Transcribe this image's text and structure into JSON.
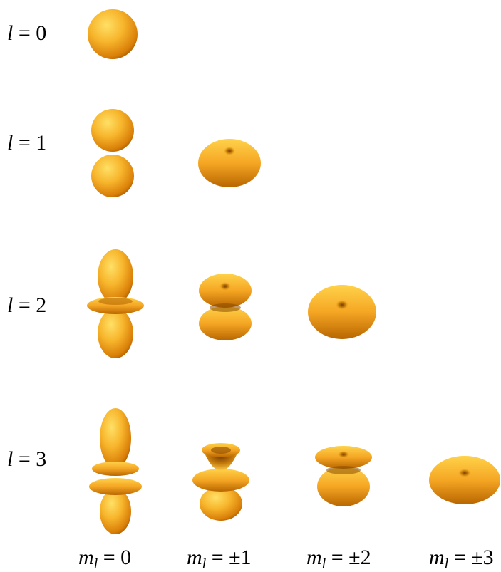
{
  "rows": [
    {
      "l_symbol": "l",
      "eq": " = ",
      "value": "0"
    },
    {
      "l_symbol": "l",
      "eq": " = ",
      "value": "1"
    },
    {
      "l_symbol": "l",
      "eq": " = ",
      "value": "2"
    },
    {
      "l_symbol": "l",
      "eq": " = ",
      "value": "3"
    }
  ],
  "columns": [
    {
      "m_symbol": "m",
      "sub": "l",
      "eq": " = ",
      "value": "0"
    },
    {
      "m_symbol": "m",
      "sub": "l",
      "eq": " = ",
      "value": "±1"
    },
    {
      "m_symbol": "m",
      "sub": "l",
      "eq": " = ",
      "value": "±2"
    },
    {
      "m_symbol": "m",
      "sub": "l",
      "eq": " = ",
      "value": "±3"
    }
  ],
  "colors": {
    "surface_highlight": "#ffe066",
    "surface_mid": "#f5a623",
    "surface_shadow": "#8a4a00",
    "background": "#ffffff"
  }
}
